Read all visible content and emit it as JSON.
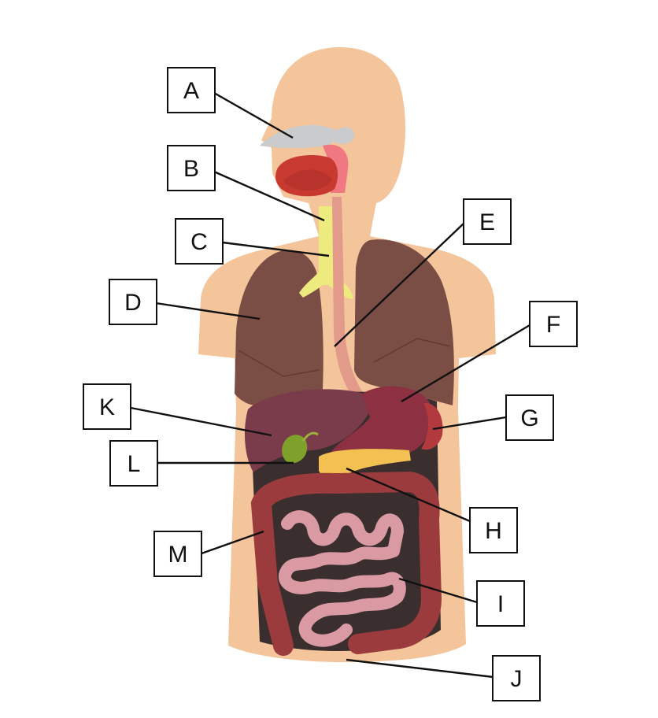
{
  "labels": {
    "a": "A",
    "b": "B",
    "c": "C",
    "d": "D",
    "e": "E",
    "f": "F",
    "g": "G",
    "h": "H",
    "i": "I",
    "j": "J",
    "k": "K",
    "l": "L",
    "m": "M"
  },
  "colors": {
    "skin": "#F4C49B",
    "lung": "#7A4E45",
    "liver": "#7A3B4A",
    "stomach": "#8C3042",
    "large_intestine": "#9C3B3E",
    "small_intestine": "#D99AA3",
    "trachea": "#EEEB7E",
    "esophagus": "#E29A8A",
    "gallbladder": "#7FA02A",
    "pancreas": "#F2C152",
    "nasal_cavity": "#C9CBCC",
    "mouth": "#C8392F",
    "cavity": "#3A2E2E"
  }
}
